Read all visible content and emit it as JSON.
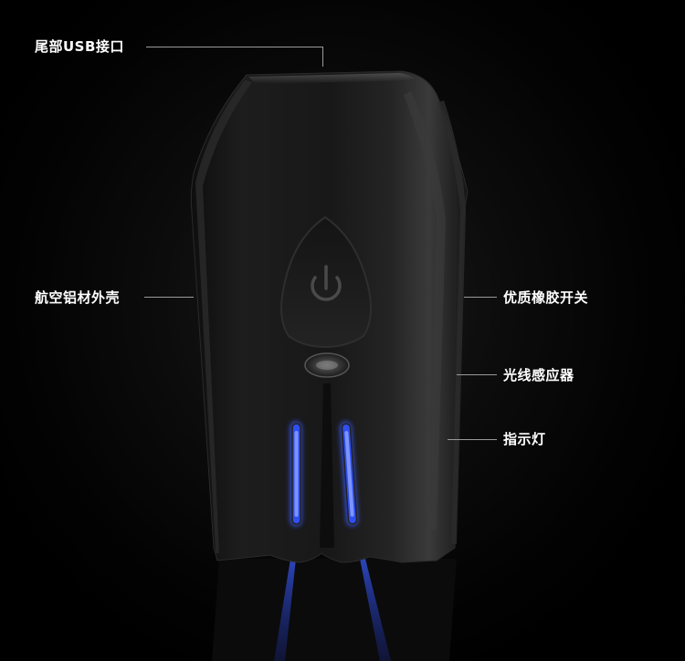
{
  "callouts": {
    "usb_port": "尾部USB接口",
    "aluminum_shell": "航空铝材外壳",
    "rubber_switch": "优质橡胶开关",
    "light_sensor": "光线感应器",
    "indicator_light": "指示灯"
  },
  "colors": {
    "background": "#000000",
    "shell": "#1a1a1a",
    "indicator_blue": "#3a5cff",
    "label_text": "#ffffff",
    "leader_line": "#9a9a9a"
  },
  "icons": {
    "power": "power-icon"
  }
}
